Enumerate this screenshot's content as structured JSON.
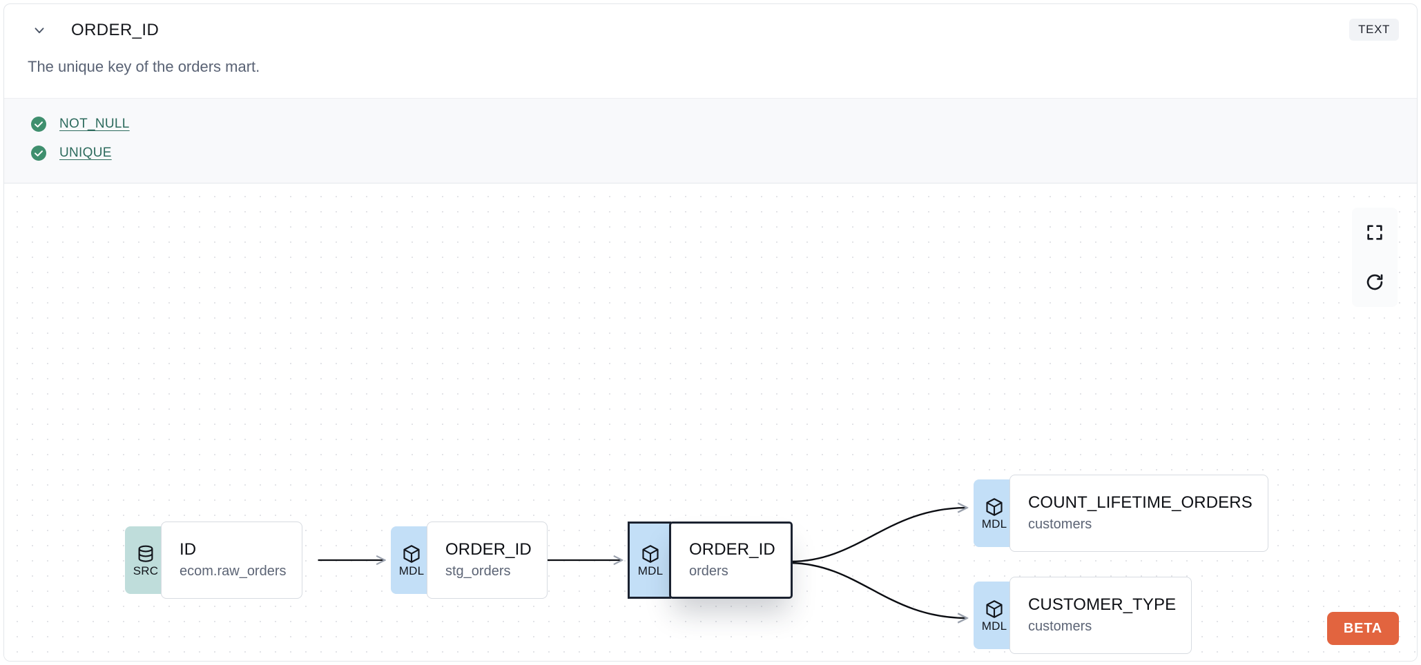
{
  "header": {
    "column_name": "ORDER_ID",
    "type_badge": "TEXT",
    "chevron_icon": "chevron-down-icon"
  },
  "description": "The unique key of the orders mart.",
  "tests": [
    {
      "label": "NOT_NULL",
      "status_icon": "check-circle-icon",
      "status_color": "#3f8f6e"
    },
    {
      "label": "UNIQUE",
      "status_icon": "check-circle-icon",
      "status_color": "#3f8f6e"
    }
  ],
  "lineage": {
    "nodes": [
      {
        "id": "src",
        "kind": "SRC",
        "kind_icon": "database-icon",
        "name": "ID",
        "resource": "ecom.raw_orders",
        "selected": false,
        "badge_color": "#bfdddb"
      },
      {
        "id": "stg",
        "kind": "MDL",
        "kind_icon": "cube-icon",
        "name": "ORDER_ID",
        "resource": "stg_orders",
        "selected": false,
        "badge_color": "#c3dff7"
      },
      {
        "id": "orders",
        "kind": "MDL",
        "kind_icon": "cube-icon",
        "name": "ORDER_ID",
        "resource": "orders",
        "selected": true,
        "badge_color": "#c3dff7"
      },
      {
        "id": "count",
        "kind": "MDL",
        "kind_icon": "cube-icon",
        "name": "COUNT_LIFETIME_ORDERS",
        "resource": "customers",
        "selected": false,
        "badge_color": "#c3dff7"
      },
      {
        "id": "custtype",
        "kind": "MDL",
        "kind_icon": "cube-icon",
        "name": "CUSTOMER_TYPE",
        "resource": "customers",
        "selected": false,
        "badge_color": "#c3dff7"
      }
    ],
    "edges": [
      {
        "from": "src",
        "to": "stg"
      },
      {
        "from": "stg",
        "to": "orders"
      },
      {
        "from": "orders",
        "to": "count"
      },
      {
        "from": "orders",
        "to": "custtype"
      }
    ],
    "controls": [
      {
        "id": "fullscreen",
        "icon": "fullscreen-icon"
      },
      {
        "id": "reset",
        "icon": "refresh-icon"
      }
    ],
    "beta_label": "BETA"
  },
  "colors": {
    "accent_beta": "#e2643f",
    "test_pass": "#3f8f6e",
    "link": "#2c6a5c",
    "src_badge": "#bfdddb",
    "mdl_badge": "#c3dff7",
    "selected_border": "#1b2230"
  }
}
